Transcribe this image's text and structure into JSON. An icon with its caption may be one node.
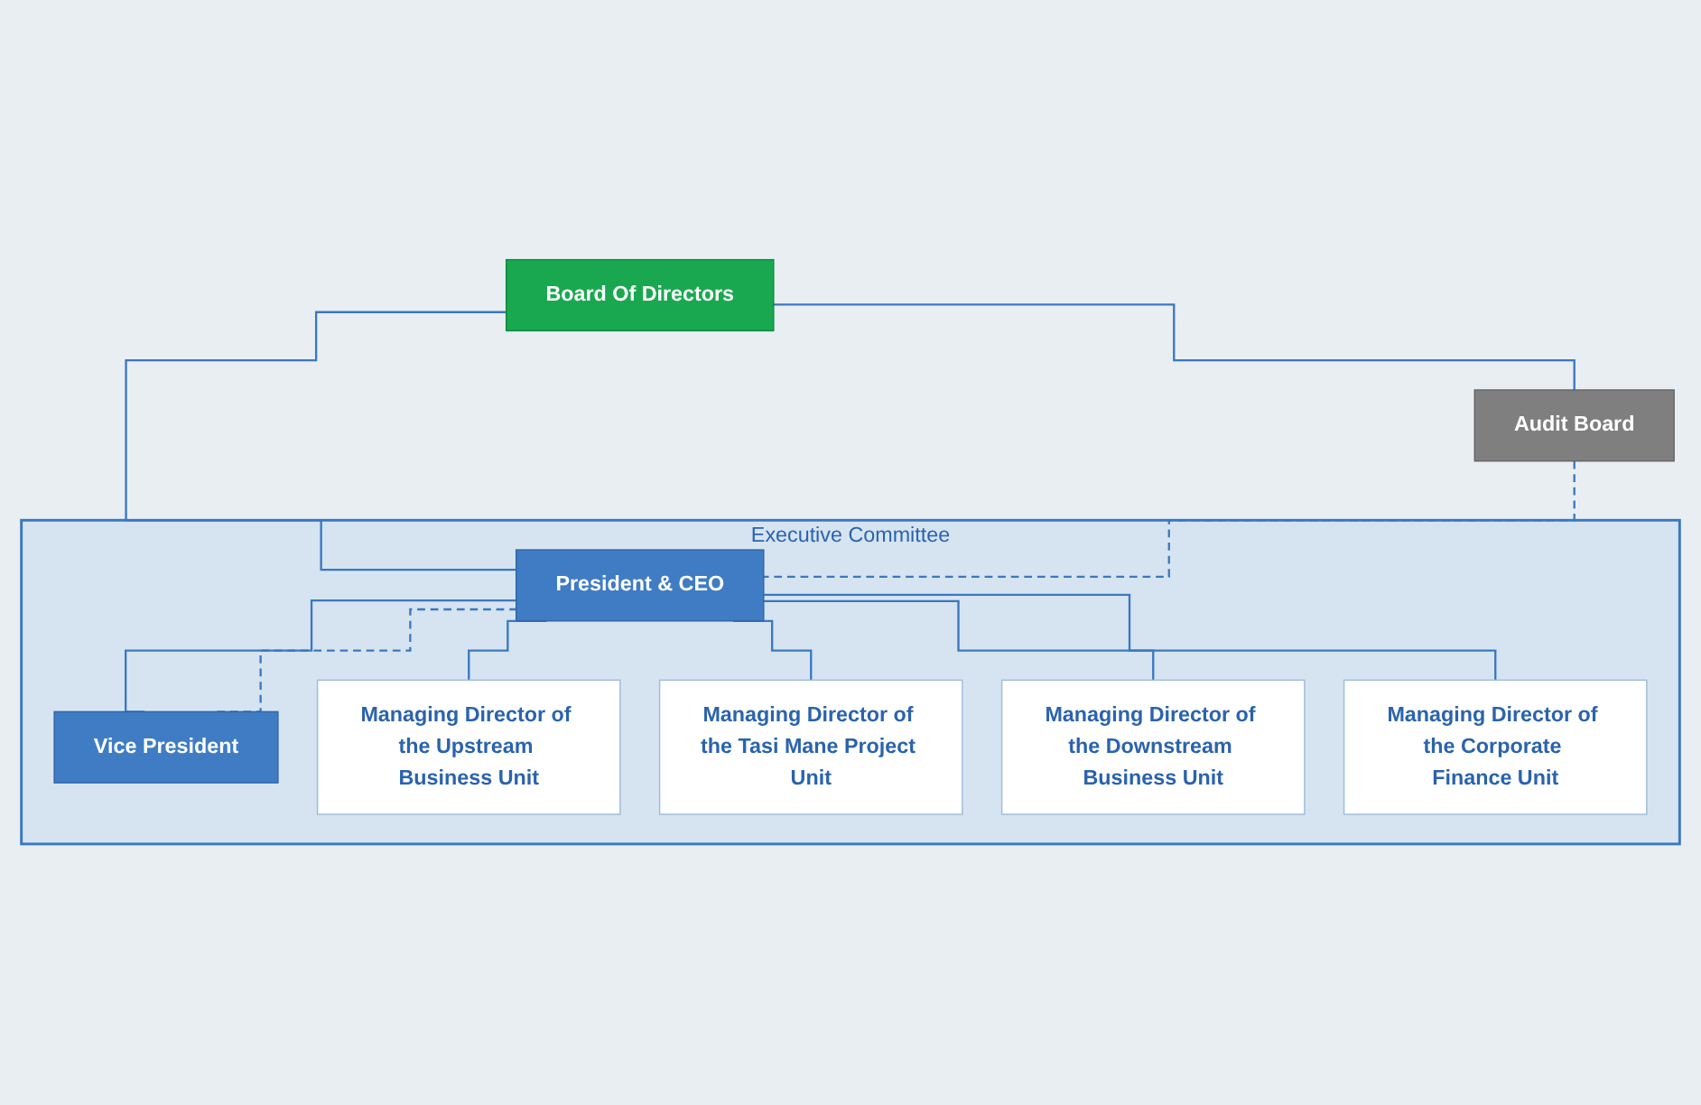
{
  "diagram": {
    "nodes": [
      {
        "text": [
          "Board Of Directors"
        ]
      },
      {
        "text": [
          "Audit Board"
        ]
      },
      {
        "text": [
          "Executive Committee"
        ]
      },
      {
        "text": [
          "President & CEO"
        ],
        "in": 2
      },
      {
        "text": [
          "Vice President"
        ],
        "in": 2
      },
      {
        "text": [
          "Managing Director of the Upstream Business Unit"
        ],
        "in": 2
      },
      {
        "text": [
          "Managing Director of the Tasi Mane Project Unit"
        ],
        "in": 2
      },
      {
        "text": [
          "Managing Director of the Downstream Business Unit"
        ],
        "in": 2
      },
      {
        "text": [
          "Managing Director of the Corporate Finance Unit"
        ],
        "in": 2
      }
    ],
    "edges": [
      {
        "from": 0,
        "to": 1,
        "arrow": "none"
      },
      {
        "from": 0,
        "to": 3,
        "arrow": "none"
      },
      {
        "from": 1,
        "to": 3,
        "arrow": "none",
        "style": "dashed"
      },
      {
        "from": 3,
        "to": 4,
        "arrow": "none"
      },
      {
        "from": 4,
        "to": 3,
        "arrow": "none",
        "style": "dashed"
      },
      {
        "from": 3,
        "to": 5,
        "arrow": "none"
      },
      {
        "from": 3,
        "to": 6,
        "arrow": "none"
      },
      {
        "from": 3,
        "to": 7,
        "arrow": "none"
      },
      {
        "from": 3,
        "to": 8,
        "arrow": "none"
      }
    ]
  }
}
